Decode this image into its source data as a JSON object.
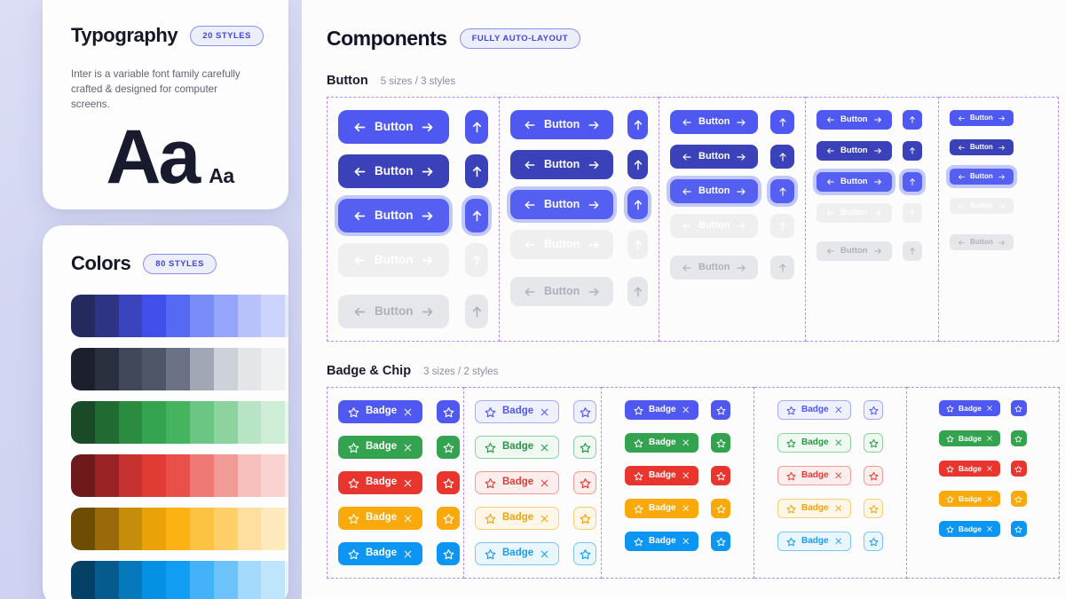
{
  "left_panel": {
    "typography_card": {
      "title": "Typography",
      "badge": "20 STYLES",
      "description": "Inter is a variable font family carefully crafted & designed for computer screens.",
      "specimen_large": "Aa",
      "specimen_small": "Aa"
    },
    "colors_card": {
      "title": "Colors",
      "badge": "80 STYLES",
      "ramps": [
        {
          "name": "indigo",
          "shades": [
            "#252a5e",
            "#2e3484",
            "#3b44bd",
            "#4150e8",
            "#5569f3",
            "#7a8cf7",
            "#96a4f9",
            "#b7c1fb",
            "#ccd3fc",
            "#e8ebfe"
          ]
        },
        {
          "name": "slate",
          "shades": [
            "#1b1f2e",
            "#2b3040",
            "#414859",
            "#4e5668",
            "#6b7285",
            "#a1a7b4",
            "#cdd1d8",
            "#e3e5e9",
            "#f0f1f3",
            "#fafafb"
          ]
        },
        {
          "name": "green",
          "shades": [
            "#1a4a27",
            "#216b33",
            "#2b8b41",
            "#34a34f",
            "#44b45f",
            "#6cc683",
            "#8dd3a0",
            "#b7e5c3",
            "#cdedd6",
            "#e9f7ee"
          ]
        },
        {
          "name": "red",
          "shades": [
            "#6e1a1c",
            "#992325",
            "#c6322f",
            "#e03b35",
            "#ea504a",
            "#ef7a75",
            "#f29a96",
            "#f8c0bd",
            "#fad2d0",
            "#fdeceb"
          ]
        },
        {
          "name": "amber",
          "shades": [
            "#6e4c04",
            "#99690a",
            "#c68c0b",
            "#e9a309",
            "#fbb212",
            "#fcc343",
            "#fdd06a",
            "#fedfa0",
            "#fee9bd",
            "#fff7e5"
          ]
        },
        {
          "name": "blue",
          "shades": [
            "#044066",
            "#065b8e",
            "#0679bd",
            "#0591e3",
            "#119df3",
            "#44b2f8",
            "#6cc3fa",
            "#a3d9fc",
            "#bfe5fd",
            "#e9f5fe"
          ]
        }
      ]
    }
  },
  "main": {
    "title": "Components",
    "badge": "FULLY AUTO-LAYOUT",
    "sections": [
      {
        "name": "button",
        "title": "Button",
        "meta": "5 sizes / 3 styles",
        "button_label": "Button",
        "icons": {
          "left": "arrow-left",
          "right": "arrow-right",
          "icon_only": "arrow-up"
        },
        "states": [
          "default",
          "hover",
          "focus",
          "pressed",
          "disabled"
        ],
        "sizes": [
          "xl",
          "lg",
          "md",
          "sm",
          "xs"
        ]
      },
      {
        "name": "badge-chip",
        "title": "Badge & Chip",
        "meta": "3 sizes / 2 styles",
        "badge_label": "Badge",
        "icons": {
          "left": "star",
          "right": "close",
          "chip": "star"
        },
        "variants": [
          "filled",
          "outlined"
        ],
        "sizes": [
          "lg",
          "md",
          "sm"
        ],
        "colors": [
          {
            "name": "indigo",
            "solid": "#4f58f0",
            "outline_border": "#a5abf5",
            "outline_bg": "#eef0fe",
            "outline_text": "#4f58f0"
          },
          {
            "name": "green",
            "solid": "#34a34f",
            "outline_border": "#8ed0a0",
            "outline_bg": "#edf9f1",
            "outline_text": "#2b9447"
          },
          {
            "name": "red",
            "solid": "#e8352e",
            "outline_border": "#f19b97",
            "outline_bg": "#fdeeed",
            "outline_text": "#e03b35"
          },
          {
            "name": "amber",
            "solid": "#f9a90a",
            "outline_border": "#f6ce73",
            "outline_bg": "#fef6e6",
            "outline_text": "#efa411"
          },
          {
            "name": "blue",
            "solid": "#0c95f2",
            "outline_border": "#7ac6f7",
            "outline_bg": "#eaf6fe",
            "outline_text": "#1a9bf4"
          }
        ]
      }
    ]
  },
  "theme": {
    "accent": "#4f58f0",
    "frame_border": "#b58cf0",
    "page_bg": "#fcfcfd",
    "left_bg": "#d5d8f3"
  }
}
